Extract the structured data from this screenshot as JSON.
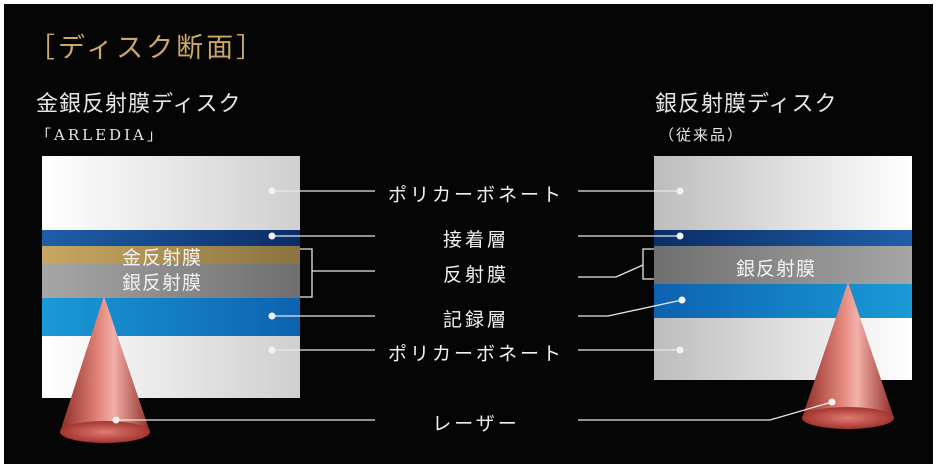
{
  "title": "［ディスク断面］",
  "left_disc": {
    "heading": "金銀反射膜ディスク",
    "subheading": "「ARLEDIA」",
    "gold_layer_label": "金反射膜",
    "silver_layer_label": "銀反射膜"
  },
  "right_disc": {
    "heading": "銀反射膜ディスク",
    "subheading": "（従来品）",
    "silver_layer_label": "銀反射膜"
  },
  "labels": {
    "polycarbonate_top": "ポリカーボネート",
    "adhesive_layer": "接着層",
    "reflective_film": "反射膜",
    "recording_layer": "記録層",
    "polycarbonate_bottom": "ポリカーボネート",
    "laser": "レーザー"
  },
  "colors": {
    "background": "#050505",
    "title": "#c9a86a",
    "adhesive_blue": "#0a3f86",
    "recording_cyan": "#1a8fd0",
    "gold": "#b89a58",
    "silver": "#8c8c8c",
    "polycarbonate": "#e8e8e8",
    "laser": "#c9564f"
  }
}
